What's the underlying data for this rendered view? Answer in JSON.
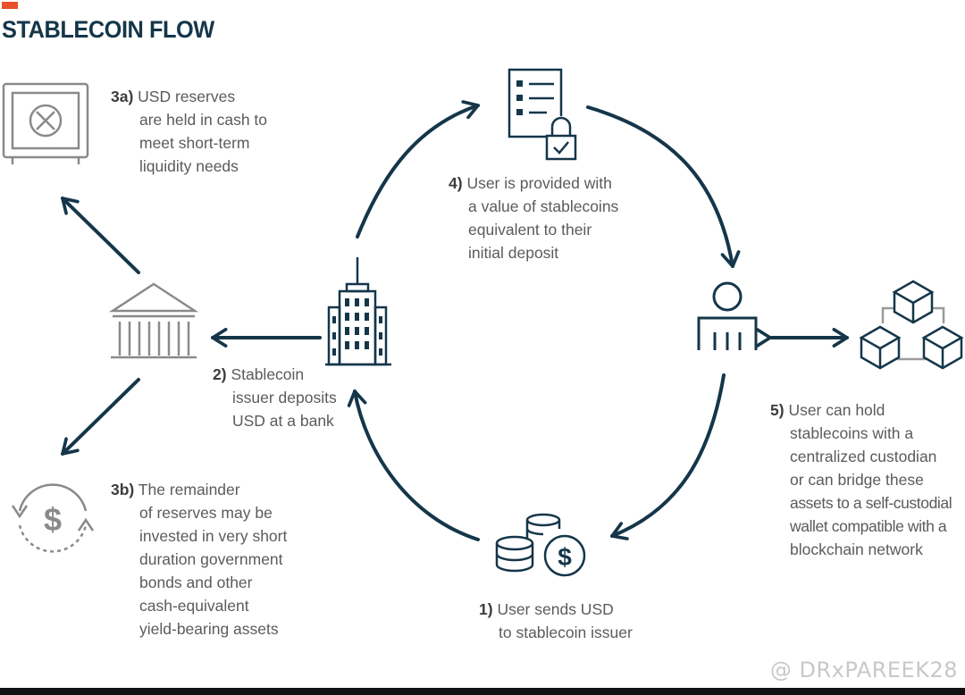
{
  "title": "STABLECOIN FLOW",
  "steps": {
    "s1": {
      "num": "1)",
      "lines": [
        "User sends USD",
        "to stablecoin issuer"
      ]
    },
    "s2": {
      "num": "2)",
      "lines": [
        "Stablecoin",
        "issuer deposits",
        "USD at a bank"
      ]
    },
    "s3a": {
      "num": "3a)",
      "lines": [
        "USD reserves",
        "are held in cash to",
        "meet short-term",
        "liquidity needs"
      ]
    },
    "s3b": {
      "num": "3b)",
      "lines": [
        "The remainder",
        "of reserves may be",
        "invested in very short",
        "duration government",
        "bonds and other",
        "cash-equivalent",
        "yield-bearing assets"
      ]
    },
    "s4": {
      "num": "4)",
      "lines": [
        "User is provided with",
        "a value of stablecoins",
        "equivalent to their",
        "initial deposit"
      ]
    },
    "s5": {
      "num": "5)",
      "lines": [
        "User can hold",
        "stablecoins with a",
        "centralized custodian",
        "or can bridge these",
        "assets to a self-custodial",
        "wallet compatible with a",
        "blockchain network"
      ]
    }
  },
  "icons": {
    "coins": "coins-dollar-icon",
    "building": "skyscraper-icon",
    "bank": "bank-icon",
    "safe": "vault-safe-icon",
    "reinvest": "circular-dollar-icon",
    "document": "locked-document-icon",
    "user": "user-icon",
    "blockchain": "blockchain-cubes-icon"
  },
  "colors": {
    "dark": "#15364a",
    "gray": "#8a8a8a",
    "accent": "#e8512a"
  },
  "watermark": "@ DRxPAREEK28"
}
